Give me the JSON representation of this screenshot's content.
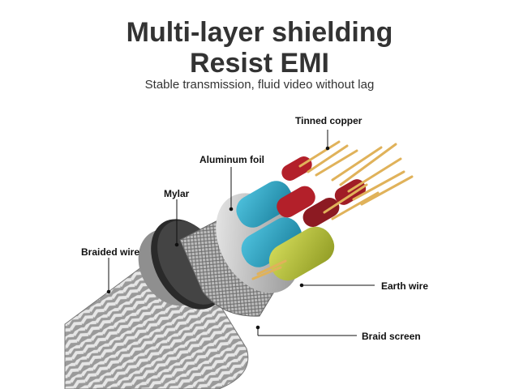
{
  "header": {
    "title_line1": "Multi-layer shielding",
    "title_line2": "Resist EMI",
    "subtitle": "Stable transmission, fluid video without lag"
  },
  "labels": {
    "tinned_copper": "Tinned copper",
    "aluminum_foil": "Aluminum foil",
    "mylar": "Mylar",
    "braided_wire": "Braided wire",
    "earth_wire": "Earth wire",
    "braid_screen": "Braid screen"
  },
  "colors": {
    "title": "#333333",
    "outer_braid": "#b9b9b9",
    "mylar": "#2a2a2a",
    "shield_metal": "#d6d6d6",
    "core_blue": "#2ba3c4",
    "core_yellow": "#b9c73c",
    "core_red": "#b3202a",
    "copper": "#e0b25a"
  }
}
